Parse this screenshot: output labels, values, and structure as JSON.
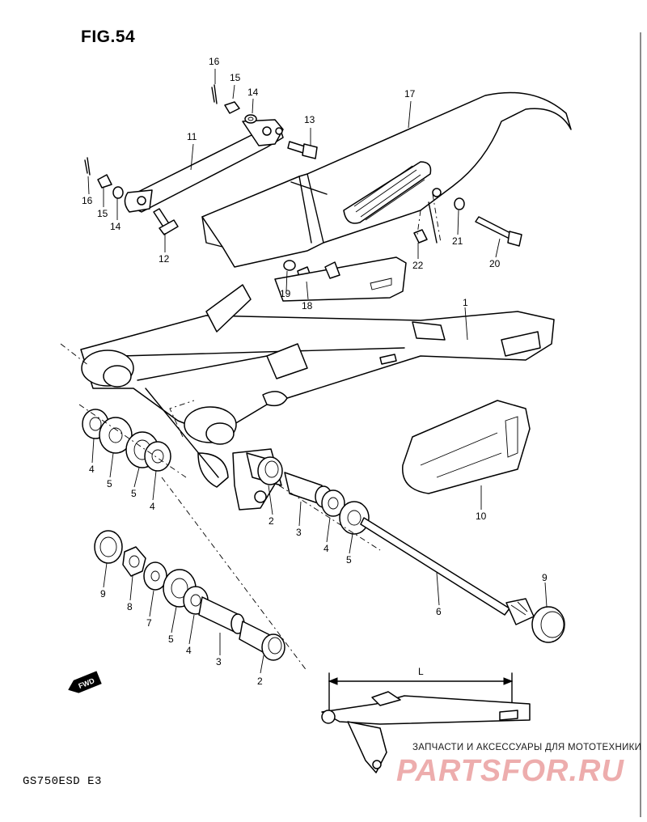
{
  "figure": {
    "title": "FIG.54",
    "model": "GS750ESD E3"
  },
  "callouts": {
    "c1": "1",
    "c2a": "2",
    "c2b": "2",
    "c3a": "3",
    "c3b": "3",
    "c4a": "4",
    "c4b": "4",
    "c4c": "4",
    "c4d": "4",
    "c5a": "5",
    "c5b": "5",
    "c5c": "5",
    "c5d": "5",
    "c6": "6",
    "c7": "7",
    "c8": "8",
    "c9a": "9",
    "c9b": "9",
    "c10": "10",
    "c11": "11",
    "c12": "12",
    "c13": "13",
    "c14a": "14",
    "c14b": "14",
    "c15a": "15",
    "c15b": "15",
    "c16a": "16",
    "c16b": "16",
    "c17": "17",
    "c18": "18",
    "c19": "19",
    "c20": "20",
    "c21": "21",
    "c22": "22"
  },
  "dimension": {
    "label": "L"
  },
  "fwd_badge": "FWD",
  "watermark": {
    "caption": "ЗАПЧАСТИ И АКСЕССУАРЫ ДЛЯ МОТОТЕХНИКИ",
    "brand": "PARTSFOR.RU"
  }
}
